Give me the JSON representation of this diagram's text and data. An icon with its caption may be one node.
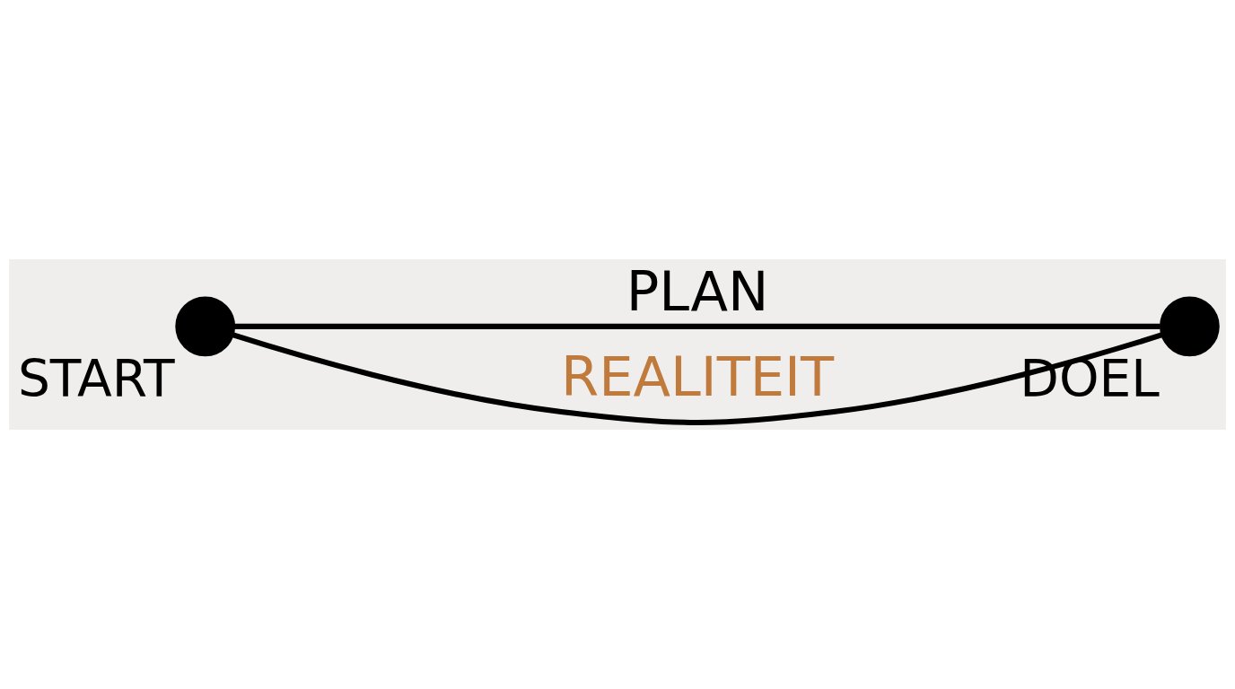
{
  "diagram": {
    "nodes": [
      {
        "text": [],
        "shape": "circle",
        "beside": [
          "START"
        ]
      },
      {
        "text": [],
        "shape": "circle",
        "beside": [
          "DOEL"
        ]
      }
    ],
    "edges": [
      {
        "from": 0,
        "to": 1,
        "arrow": "none",
        "label": "PLAN"
      },
      {
        "from": 0,
        "to": 1,
        "arrow": "none",
        "label": "REALITEIT"
      }
    ]
  }
}
